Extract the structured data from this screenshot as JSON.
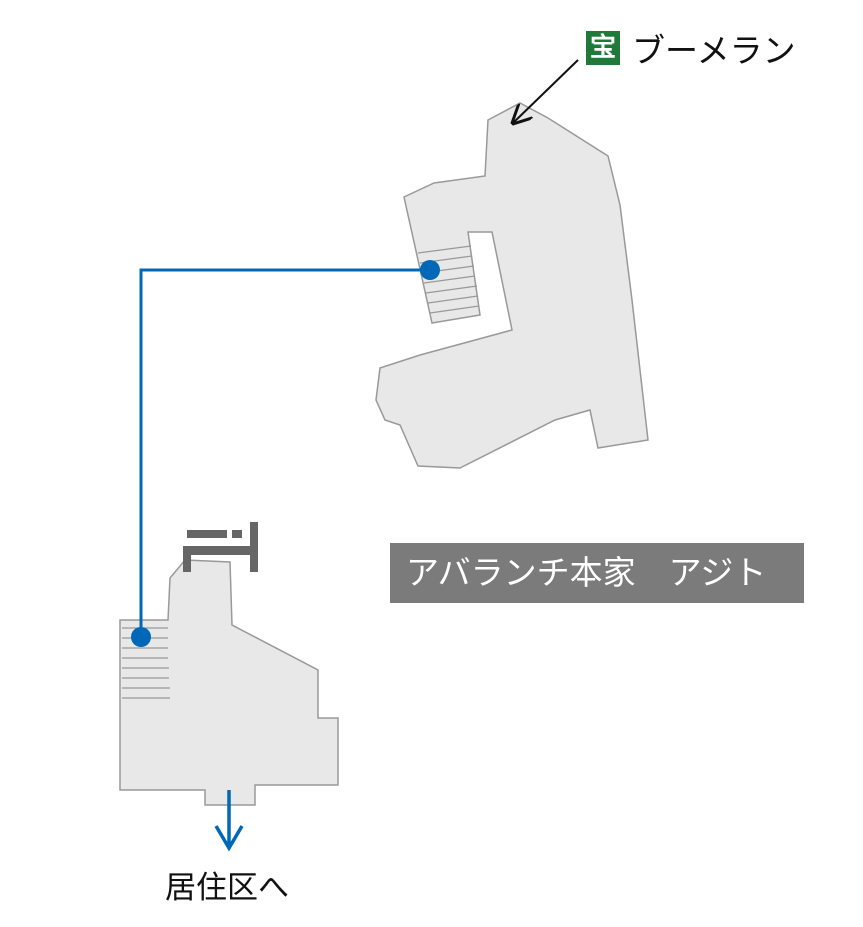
{
  "treasure": {
    "badge": "宝",
    "label": "ブーメラン",
    "badge_color": "#1f7a3a"
  },
  "title": "アバランチ本家　アジト",
  "exit": {
    "label": "居住区へ"
  },
  "colors": {
    "floor": "#e8e8e8",
    "wall": "#999999",
    "route": "#0068b7",
    "title_bg": "#7b7b7b"
  }
}
